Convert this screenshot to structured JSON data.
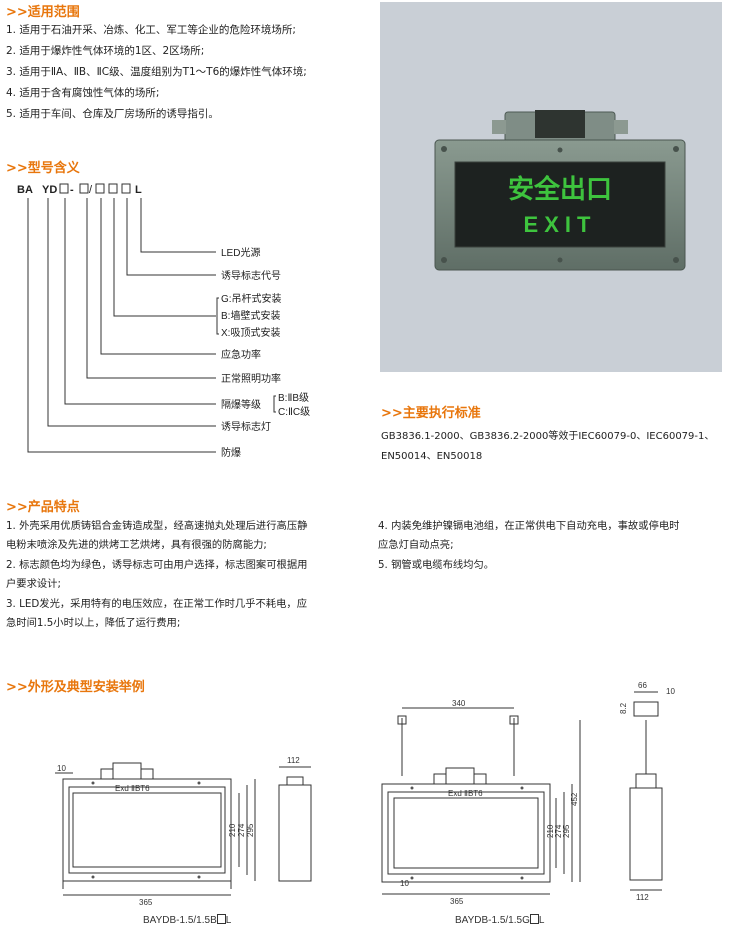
{
  "scope": {
    "title": ">>适用范围",
    "items": [
      "1. 适用于石油开采、冶炼、化工、军工等企业的危险环境场所;",
      "2. 适用于爆炸性气体环境的1区、2区场所;",
      "3. 适用于ⅡA、ⅡB、ⅡC级、温度组别为T1～T6的爆炸性气体环境;",
      "4. 适用于含有腐蚀性气体的场所;",
      "5. 适用于车间、仓库及厂房场所的诱导指引。"
    ]
  },
  "model": {
    "title": ">>型号含义",
    "code": {
      "ba": "BA",
      "yd": "YD",
      "dash": "-",
      "l": "L"
    },
    "labels": {
      "led": "LED光源",
      "sign_code": "诱导标志代号",
      "mount_g": "G:吊杆式安装",
      "mount_b": "B:墙壁式安装",
      "mount_x": "X:吸顶式安装",
      "emergency_power": "应急功率",
      "normal_power": "正常照明功率",
      "explosion_grade": "隔爆等级",
      "grade_b": "B:ⅡB级",
      "grade_c": "C:ⅡC级",
      "sign_lamp": "诱导标志灯",
      "explosion_proof": "防爆"
    }
  },
  "photo": {
    "sign_cn": "安全出口",
    "sign_en": "EXIT"
  },
  "standards": {
    "title": ">>主要执行标准",
    "line1": "GB3836.1-2000、GB3836.2-2000等效于IEC60079-0、IEC60079-1、",
    "line2": "EN50014、EN50018"
  },
  "features": {
    "title": ">>产品特点",
    "left": [
      "1. 外壳采用优质铸铝合金铸造成型，经高速抛丸处理后进行高压静",
      "    电粉末喷涂及先进的烘烤工艺烘烤，具有很强的防腐能力;",
      "2. 标志颜色均为绿色，诱导标志可由用户选择，标志图案可根据用",
      "    户要求设计;",
      "3. LED发光，采用特有的电压效应，在正常工作时几乎不耗电，应",
      "    急时间1.5小时以上，降低了运行费用;"
    ],
    "right": [
      "4. 内装免维护镍镉电池组，在正常供电下自动充电，事故或停电时",
      "    应急灯自动点亮;",
      "5. 钢管或电缆布线均匀。"
    ]
  },
  "install": {
    "title": ">>外形及典型安装举例",
    "caption_left": "BAYDB-1.5/1.5B",
    "caption_right": "BAYDB-1.5/1.5G",
    "caption_suffix": "L",
    "box_label": "Exd ⅡBT6",
    "dims": {
      "w365": "365",
      "d10": "10",
      "h210": "210",
      "h274": "274",
      "h295": "295",
      "d112": "112",
      "w340": "340",
      "h452": "452",
      "d66": "66",
      "d8": "8.2"
    }
  }
}
